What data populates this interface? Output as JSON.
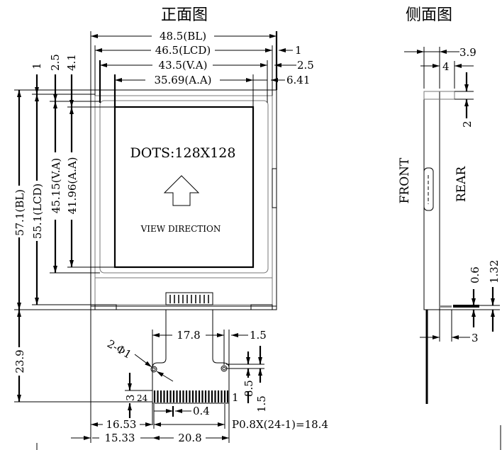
{
  "titles": {
    "front": "正面图",
    "side": "侧面图"
  },
  "front": {
    "screen_text": "DOTS:128X128",
    "view_direction": "VIEW DIRECTION",
    "dims_top": {
      "bl": "48.5(BL)",
      "lcd": "46.5(LCD)",
      "va": "43.5(V.A)",
      "aa": "35.69(A.A)",
      "r1": "1",
      "r2": "2.5",
      "r3": "6.41"
    },
    "dims_left": {
      "bl": "57.1(BL)",
      "lcd": "55.1(LCD)",
      "va": "45.15(V.A)",
      "aa": "41.96(A.A)",
      "t1": "1",
      "t2": "2.5",
      "t3": "4.1",
      "fpc": "23.9"
    },
    "dims_fpc": {
      "w178": "17.8",
      "w15": "1.5",
      "holes": "2-Φ1",
      "h85": "8.5",
      "h15": "1.5",
      "h3": "3",
      "pin24": "24",
      "pin1": "1",
      "pw": "0.4",
      "d1653": "16.53",
      "pitch": "P0.8X(24-1)=18.4",
      "d1533": "15.33",
      "d208": "20.8"
    }
  },
  "side": {
    "front_label": "FRONT",
    "rear_label": "REAR",
    "d39": "3.9",
    "d4": "4",
    "d2": "2",
    "d06": "0.6",
    "d132": "1.32",
    "d3": "3"
  }
}
